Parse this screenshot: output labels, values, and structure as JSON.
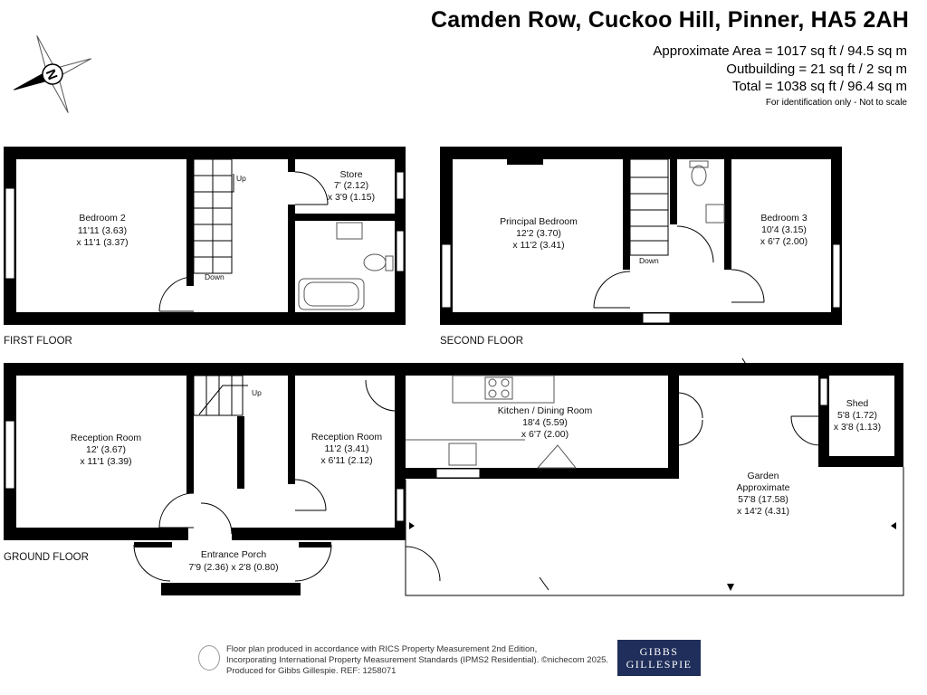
{
  "header": {
    "title": "Camden Row, Cuckoo Hill, Pinner, HA5 2AH",
    "area_line": "Approximate Area = 1017 sq ft / 94.5 sq m",
    "outbuilding_line": "Outbuilding = 21 sq ft / 2 sq m",
    "total_line": "Total = 1038 sq ft / 96.4 sq m",
    "disclaimer": "For identification only - Not to scale"
  },
  "compass": {
    "letter": "N",
    "icon": "compass-rose-icon"
  },
  "floors": {
    "first": "FIRST FLOOR",
    "second": "SECOND FLOOR",
    "ground": "GROUND FLOOR"
  },
  "rooms": {
    "bedroom2": {
      "name": "Bedroom 2",
      "dim1": "11'11 (3.63)",
      "dim2": "x 11'1 (3.37)"
    },
    "store": {
      "name": "Store",
      "dim1": "7' (2.12)",
      "dim2": "x 3'9 (1.15)"
    },
    "principal": {
      "name": "Principal Bedroom",
      "dim1": "12'2 (3.70)",
      "dim2": "x 11'2 (3.41)"
    },
    "bedroom3": {
      "name": "Bedroom 3",
      "dim1": "10'4 (3.15)",
      "dim2": "x 6'7 (2.00)"
    },
    "reception1": {
      "name": "Reception Room",
      "dim1": "12' (3.67)",
      "dim2": "x 11'1 (3.39)"
    },
    "reception2": {
      "name": "Reception Room",
      "dim1": "11'2 (3.41)",
      "dim2": "x 6'11 (2.12)"
    },
    "kitchen": {
      "name": "Kitchen / Dining Room",
      "dim1": "18'4 (5.59)",
      "dim2": "x 6'7 (2.00)"
    },
    "shed": {
      "name": "Shed",
      "dim1": "5'8 (1.72)",
      "dim2": "x 3'8 (1.13)"
    },
    "garden": {
      "name": "Garden",
      "sub": "Approximate",
      "dim1": "57'8 (17.58)",
      "dim2": "x 14'2 (4.31)"
    },
    "porch": {
      "name": "Entrance Porch",
      "dim1": "7'9 (2.36) x 2'8 (0.80)"
    }
  },
  "stairs": {
    "first_up": "Up",
    "first_down": "Down",
    "second_down": "Down",
    "ground_up": "Up"
  },
  "footer": {
    "line1": "Floor plan produced in accordance with RICS Property Measurement 2nd Edition,",
    "line2": "Incorporating International Property Measurement Standards (IPMS2 Residential).",
    "line3": "Produced for Gibbs Gillespie.    REF:  1258071",
    "copyright": "©nichecom 2025.",
    "logo_line1": "GIBBS",
    "logo_line2": "GILLESPIE"
  },
  "colors": {
    "wall": "#000000",
    "logo_bg": "#1f2e5a",
    "fixture": "#555555"
  }
}
